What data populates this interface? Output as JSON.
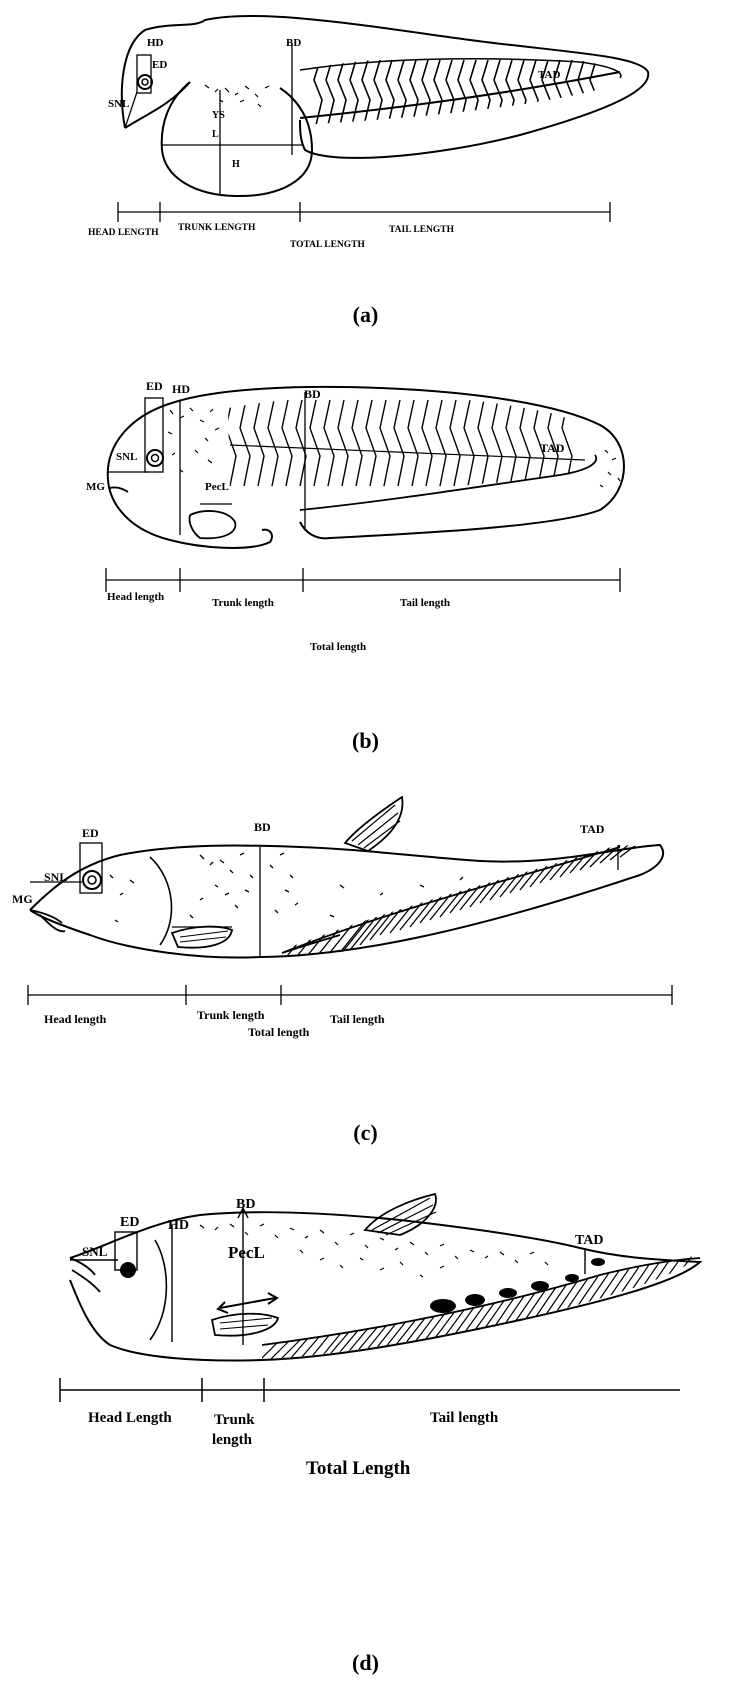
{
  "panels": [
    {
      "id": "a",
      "caption": "(a)",
      "labels": {
        "hd": "HD",
        "ed": "ED",
        "snl": "SNL",
        "bd": "BD",
        "tad": "TAD",
        "ys": "YS",
        "l": "L",
        "h": "H"
      },
      "scale": {
        "head": "HEAD LENGTH",
        "trunk": "TRUNK LENGTH",
        "tail": "TAIL LENGTH",
        "total": "TOTAL LENGTH"
      }
    },
    {
      "id": "b",
      "caption": "(b)",
      "labels": {
        "ed": "ED",
        "hd": "HD",
        "bd": "BD",
        "snl": "SNL",
        "mg": "MG",
        "pecl": "PecL",
        "tad": "TAD"
      },
      "scale": {
        "head": "Head length",
        "trunk": "Trunk length",
        "tail": "Tail length",
        "total": "Total length"
      }
    },
    {
      "id": "c",
      "caption": "(c)",
      "labels": {
        "ed": "ED",
        "bd": "BD",
        "tad": "TAD",
        "snl": "SNL",
        "mg": "MG"
      },
      "scale": {
        "head": "Head length",
        "trunk": "Trunk length",
        "tail": "Tail length",
        "total": "Total length"
      }
    },
    {
      "id": "d",
      "caption": "(d)",
      "labels": {
        "ed": "ED",
        "hd": "HD",
        "bd": "BD",
        "snl": "SNL",
        "pecl": "PecL",
        "tad": "TAD"
      },
      "scale": {
        "head": "Head Length",
        "trunk_line1": "Trunk",
        "trunk_line2": "length",
        "tail": "Tail length",
        "total": "Total Length"
      }
    }
  ]
}
